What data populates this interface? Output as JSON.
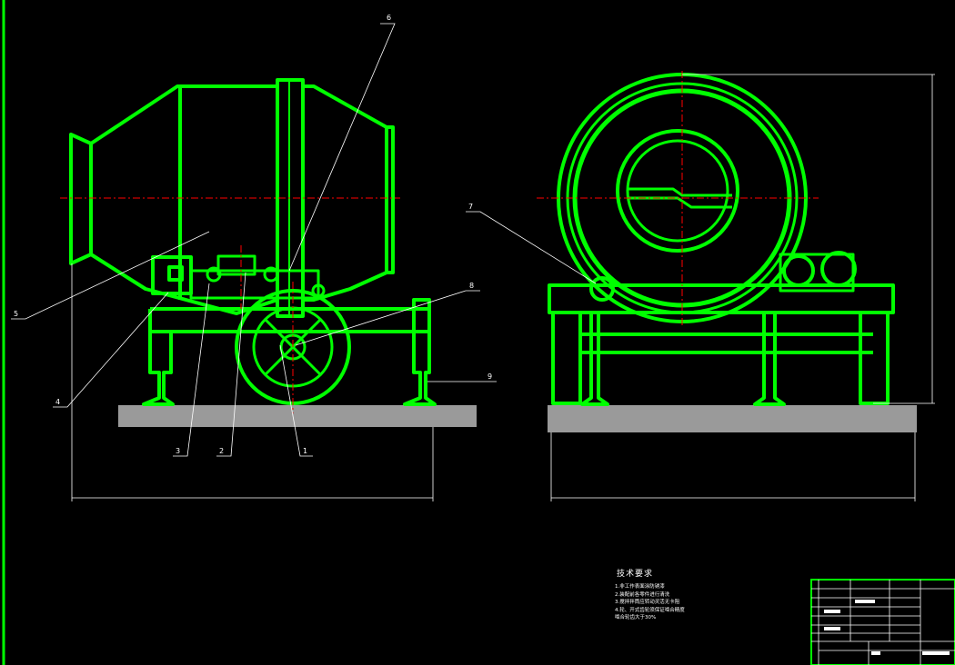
{
  "drawing": {
    "tech_requirements": {
      "title": "技术要求",
      "notes": [
        "1.非工作表面涂防锈漆",
        "2.装配前各零件进行清洗",
        "3.搅拌拌筒应转动灵活无卡阻",
        "4.轮、开式齿轮须保证啮合精度",
        "啮合轮齿大于30%"
      ]
    },
    "part_labels": [
      "1",
      "2",
      "3",
      "4",
      "5",
      "6",
      "7",
      "8",
      "9"
    ],
    "colors": {
      "part": "#00ff00",
      "centerline": "#ff0000",
      "annotation": "#ffffff",
      "background": "#000000"
    }
  }
}
